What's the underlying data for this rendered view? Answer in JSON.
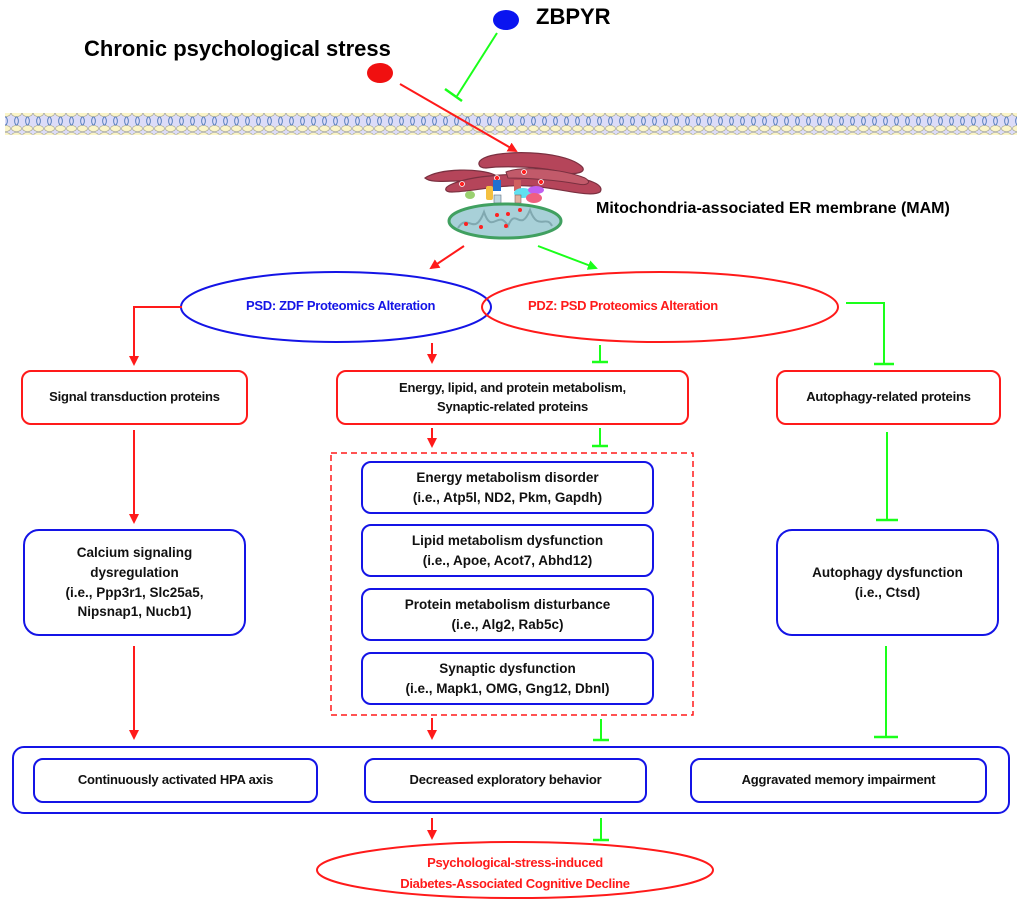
{
  "title_labels": {
    "inhibitor": "ZBPYR",
    "stressor": "Chronic psychological stress",
    "organelle": "Mitochondria-associated ER membrane (MAM)"
  },
  "colors": {
    "activate": "#ff1a1a",
    "inhibit": "#1aff1a",
    "blue_outline": "#1414e6",
    "red_outline": "#ff1a1a",
    "zbpyr_dot": "#0a14f0",
    "stress_dot": "#f01010"
  },
  "ellipses": {
    "psd": "PSD: ZDF Proteomics Alteration",
    "pdz": "PDZ: PSD Proteomics Alteration"
  },
  "level1": {
    "left": "Signal transduction proteins",
    "middle": [
      "Energy, lipid, and protein metabolism,",
      "Synaptic-related proteins"
    ],
    "right": "Autophagy-related proteins"
  },
  "level2": {
    "left": [
      "Calcium signaling",
      "dysregulation",
      "(i.e., Ppp3r1, Slc25a5,",
      "Nipsnap1, Nucb1)"
    ],
    "middle": [
      {
        "title": "Energy metabolism disorder",
        "genes": "(i.e., Atp5l, ND2, Pkm, Gapdh)"
      },
      {
        "title": "Lipid metabolism dysfunction",
        "genes": "(i.e., Apoe, Acot7, Abhd12)"
      },
      {
        "title": "Protein metabolism disturbance",
        "genes": "(i.e., Alg2, Rab5c)"
      },
      {
        "title": "Synaptic dysfunction",
        "genes": "(i.e., Mapk1, OMG, Gng12, Dbnl)"
      }
    ],
    "right": {
      "title": "Autophagy dysfunction",
      "genes": "(i.e., Ctsd)"
    }
  },
  "outcomes": [
    "Continuously activated HPA axis",
    "Decreased exploratory behavior",
    "Aggravated memory impairment"
  ],
  "final": [
    "Psychological-stress-induced",
    "Diabetes-Associated Cognitive Decline"
  ]
}
